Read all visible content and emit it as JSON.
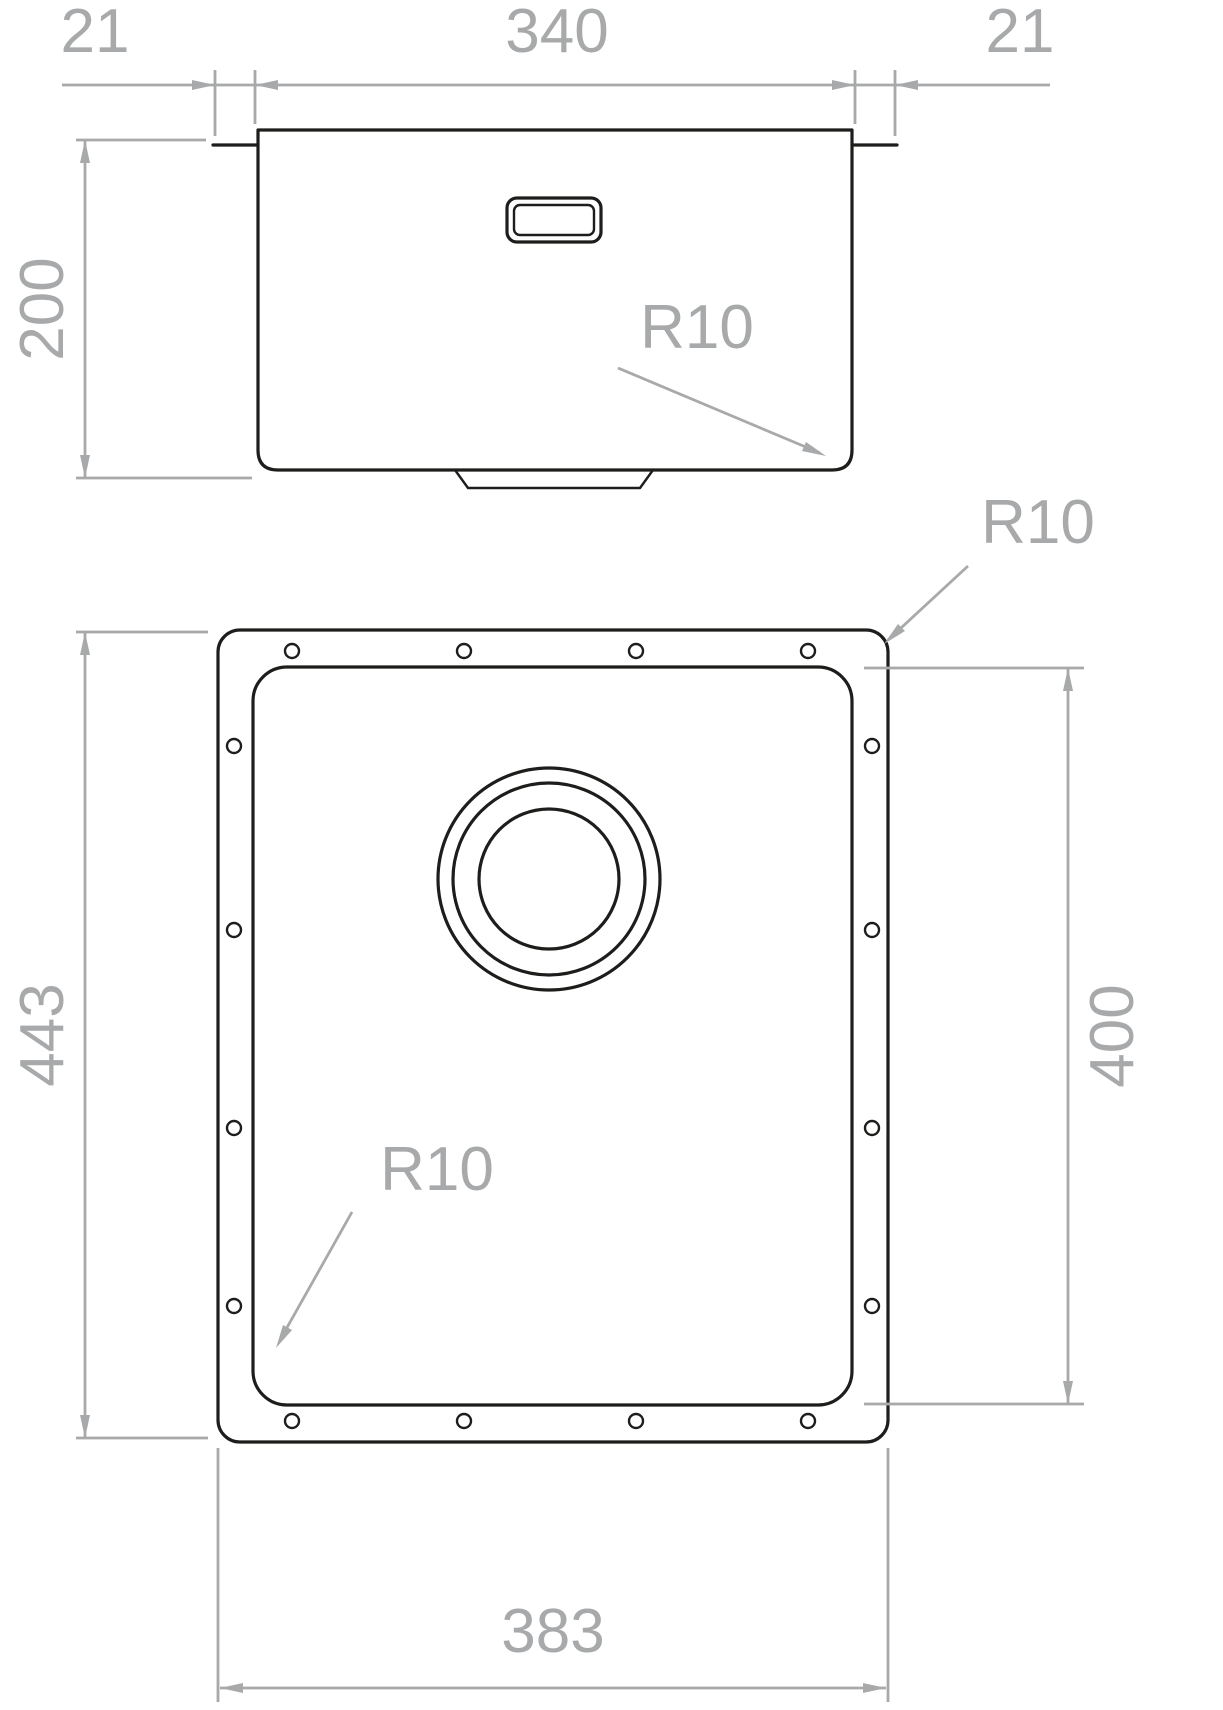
{
  "meta": {
    "description": "Technical dimension drawing of an undermount kitchen sink: front section view (top) and plan view (bottom)"
  },
  "front_view": {
    "dim_left_flange": "21",
    "dim_inner_width": "340",
    "dim_right_flange": "21",
    "dim_depth": "200",
    "corner_radius_label": "R10"
  },
  "plan_view": {
    "dim_outer_height": "443",
    "dim_bowl_height": "400",
    "dim_outer_width": "383",
    "outer_corner_radius_label": "R10",
    "bowl_corner_radius_label": "R10"
  },
  "colors": {
    "outline": "#1d1d1b",
    "dimension": "#a7a9aa",
    "background": "#ffffff"
  }
}
